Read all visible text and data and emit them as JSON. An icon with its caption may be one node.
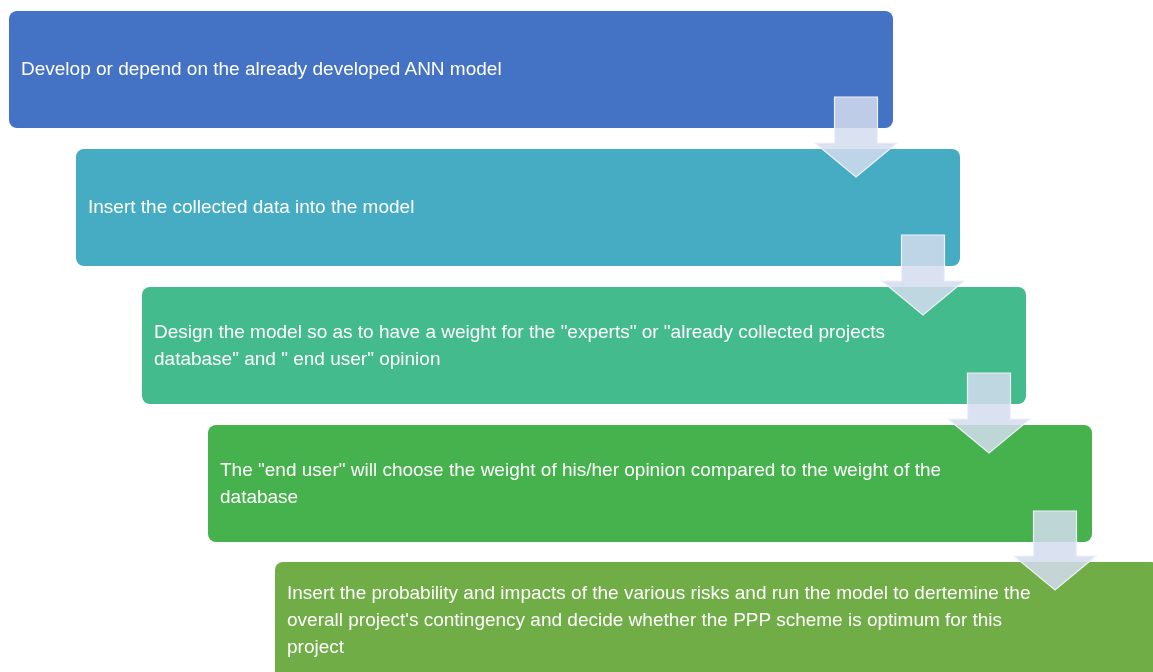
{
  "diagram": {
    "nodes": [
      {
        "text": [
          "Develop or depend on the already developed ANN model"
        ]
      },
      {
        "text": [
          "Insert the collected data into the model"
        ]
      },
      {
        "text": [
          "Design the model so as to have a weight for the \"experts\" or \"already collected projects database\" and \" end user\" opinion"
        ]
      },
      {
        "text": [
          "The \"end user\" will choose the weight of his/her opinion compared to the weight of the database"
        ]
      },
      {
        "text": [
          "Insert the probability and impacts of the various risks and run the model to dertemine the overall project's contingency and decide whether the PPP scheme is optimum for this project"
        ]
      }
    ],
    "edges": [
      {
        "from": 0,
        "to": 1,
        "arrow": "to"
      },
      {
        "from": 1,
        "to": 2,
        "arrow": "to"
      },
      {
        "from": 2,
        "to": 3,
        "arrow": "to"
      },
      {
        "from": 3,
        "to": 4,
        "arrow": "to"
      }
    ]
  }
}
